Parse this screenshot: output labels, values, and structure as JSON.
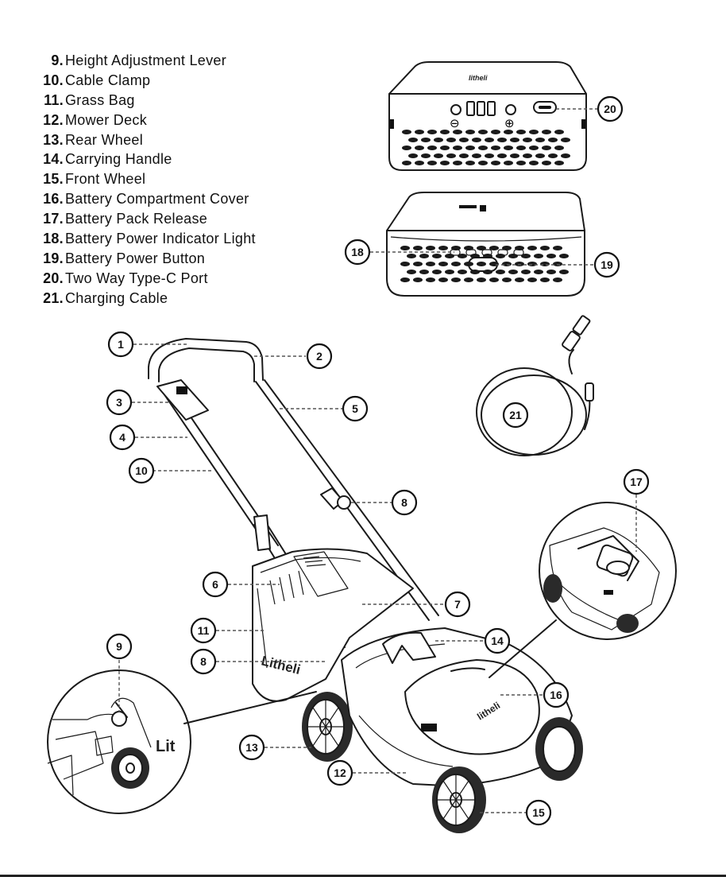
{
  "legend": [
    {
      "num": "9.",
      "label": "Height Adjustment Lever"
    },
    {
      "num": "10.",
      "label": "Cable Clamp"
    },
    {
      "num": "11.",
      "label": "Grass Bag"
    },
    {
      "num": "12.",
      "label": "Mower Deck"
    },
    {
      "num": "13.",
      "label": "Rear Wheel"
    },
    {
      "num": "14.",
      "label": "Carrying Handle"
    },
    {
      "num": "15.",
      "label": "Front Wheel"
    },
    {
      "num": "16.",
      "label": "Battery Compartment Cover"
    },
    {
      "num": "17.",
      "label": "Battery Pack Release"
    },
    {
      "num": "18.",
      "label": "Battery Power Indicator Light"
    },
    {
      "num": "19.",
      "label": "Battery Power Button"
    },
    {
      "num": "20.",
      "label": "Two Way Type-C Port"
    },
    {
      "num": "21.",
      "label": "Charging Cable"
    }
  ],
  "callouts": {
    "c1": "1",
    "c2": "2",
    "c3": "3",
    "c4": "4",
    "c5": "5",
    "c6": "6",
    "c7": "7",
    "c8a": "8",
    "c8b": "8",
    "c9": "9",
    "c10": "10",
    "c11": "11",
    "c12": "12",
    "c13": "13",
    "c14": "14",
    "c15": "15",
    "c16": "16",
    "c17": "17",
    "c18": "18",
    "c19": "19",
    "c20": "20",
    "c21": "21"
  },
  "battery": {
    "minus_symbol": "⊖",
    "plus_symbol": "⊕",
    "top_logo": "litheli"
  },
  "mower": {
    "bag_brand": "Litheli",
    "cover_brand": "litheli",
    "inset_brand": "Lit"
  }
}
